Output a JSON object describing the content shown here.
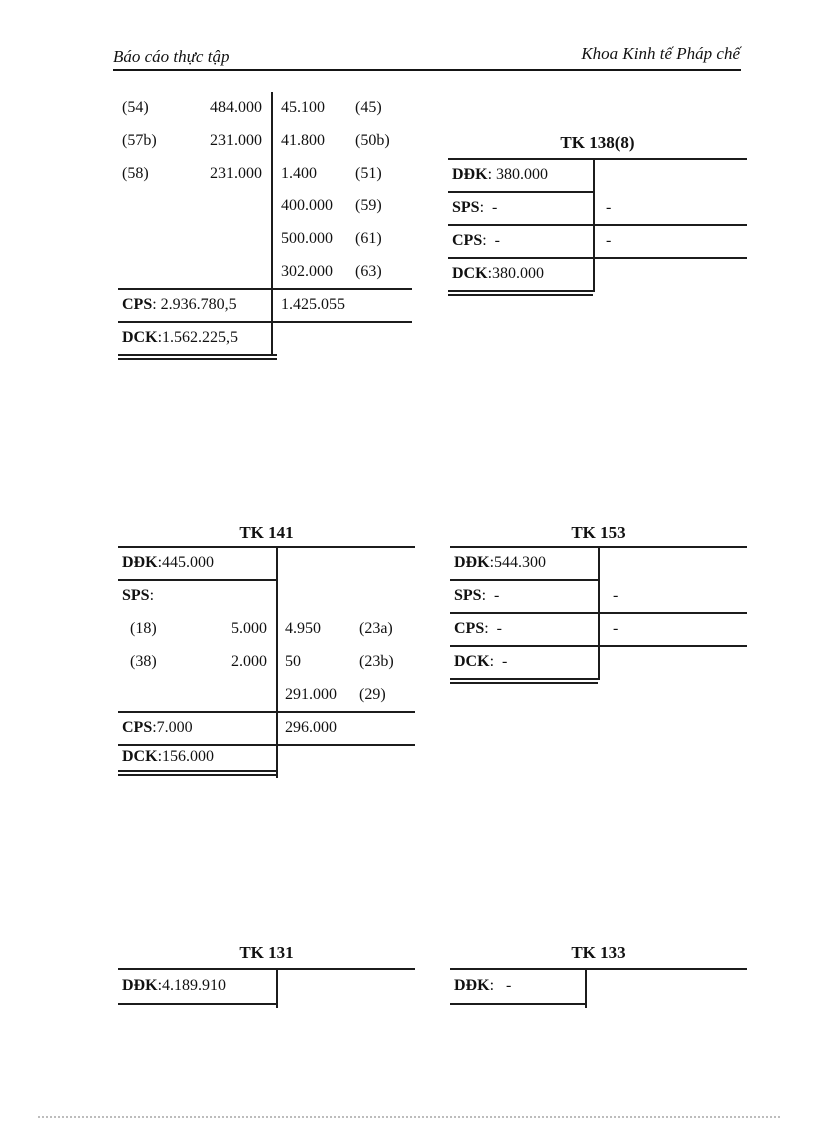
{
  "header": {
    "left": "Báo cáo thực tập",
    "right": "Khoa Kinh tế Pháp chế"
  },
  "accounts": {
    "prev": {
      "debit": [
        {
          "ref": "(54)",
          "amount": "484.000"
        },
        {
          "ref": "(57b)",
          "amount": "231.000"
        },
        {
          "ref": "(58)",
          "amount": "231.000"
        }
      ],
      "credit": [
        {
          "amount": "45.100",
          "ref": "(45)"
        },
        {
          "amount": "41.800",
          "ref": "(50b)"
        },
        {
          "amount": "1.400",
          "ref": "(51)"
        },
        {
          "amount": "400.000",
          "ref": "(59)"
        },
        {
          "amount": "500.000",
          "ref": "(61)"
        },
        {
          "amount": "302.000",
          "ref": "(63)"
        }
      ],
      "cps": {
        "label": "CPS",
        "value": ": 2.936.780,5",
        "credit": "1.425.055"
      },
      "dck": {
        "label": "DCK",
        "value": ":1.562.225,5"
      }
    },
    "tk138": {
      "title": "TK 138(8)",
      "ddk": {
        "label": "DĐK",
        "value": ": 380.000"
      },
      "sps": {
        "label": "SPS",
        "value": ":  -",
        "credit": "-"
      },
      "cps": {
        "label": "CPS",
        "value": ":  -",
        "credit": "-"
      },
      "dck": {
        "label": "DCK",
        "value": ":380.000"
      }
    },
    "tk141": {
      "title": "TK 141",
      "ddk": {
        "label": "DĐK",
        "value": ":445.000"
      },
      "sps": {
        "label": "SPS",
        "value": ":"
      },
      "debit": [
        {
          "ref": "(18)",
          "amount": "5.000"
        },
        {
          "ref": "(38)",
          "amount": "2.000"
        }
      ],
      "credit": [
        {
          "amount": "4.950",
          "ref": "(23a)"
        },
        {
          "amount": "50",
          "ref": "(23b)"
        },
        {
          "amount": "291.000",
          "ref": "(29)"
        }
      ],
      "cps": {
        "label": "CPS",
        "value": ":7.000",
        "credit": "296.000"
      },
      "dck": {
        "label": "DCK",
        "value": ":156.000"
      }
    },
    "tk153": {
      "title": "TK 153",
      "ddk": {
        "label": "DĐK",
        "value": ":544.300"
      },
      "sps": {
        "label": "SPS",
        "value": ":  -",
        "credit": "-"
      },
      "cps": {
        "label": "CPS",
        "value": ":  -",
        "credit": "-"
      },
      "dck": {
        "label": "DCK",
        "value": ":  -"
      }
    },
    "tk131": {
      "title": "TK 131",
      "ddk": {
        "label": "DĐK",
        "value": ":4.189.910"
      }
    },
    "tk133": {
      "title": "TK 133",
      "ddk": {
        "label": "DĐK",
        "value": ":   -"
      }
    }
  }
}
